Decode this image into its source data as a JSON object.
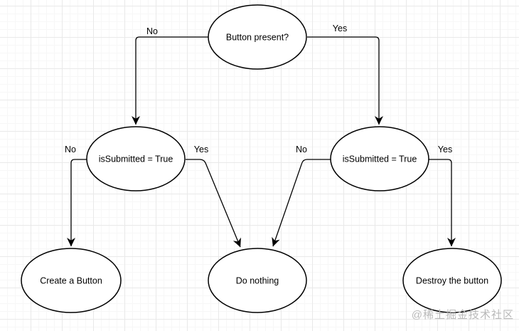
{
  "diagram": {
    "nodes": [
      {
        "id": "button-present",
        "label": "Button present?"
      },
      {
        "id": "is-submitted-left",
        "label": "isSubmitted = True"
      },
      {
        "id": "is-submitted-right",
        "label": "isSubmitted = True"
      },
      {
        "id": "create-a-button",
        "label": "Create a Button"
      },
      {
        "id": "do-nothing",
        "label": "Do nothing"
      },
      {
        "id": "destroy-the-button",
        "label": "Destroy the button"
      }
    ],
    "edges": [
      {
        "from": "button-present",
        "to": "is-submitted-left",
        "label": "No"
      },
      {
        "from": "button-present",
        "to": "is-submitted-right",
        "label": "Yes"
      },
      {
        "from": "is-submitted-left",
        "to": "create-a-button",
        "label": "No"
      },
      {
        "from": "is-submitted-left",
        "to": "do-nothing",
        "label": "Yes"
      },
      {
        "from": "is-submitted-right",
        "to": "do-nothing",
        "label": "No"
      },
      {
        "from": "is-submitted-right",
        "to": "destroy-the-button",
        "label": "Yes"
      }
    ],
    "colors": {
      "node_stroke": "#000000",
      "node_fill": "#ffffff",
      "grid_major": "#e9e9e9",
      "grid_minor": "#f7f7f7",
      "watermark": "#b9b9b9"
    }
  },
  "watermark": {
    "text": "@稀土掘金技术社区"
  }
}
